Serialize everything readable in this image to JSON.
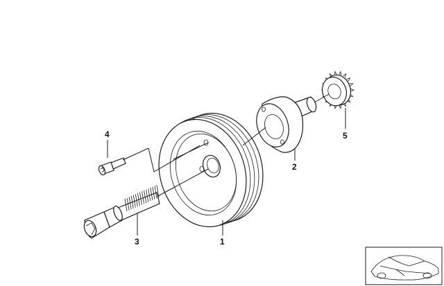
{
  "diagram": {
    "callouts": [
      {
        "id": "pulley",
        "label": "1"
      },
      {
        "id": "hub",
        "label": "2"
      },
      {
        "id": "central-bolt",
        "label": "3"
      },
      {
        "id": "hex-bolt",
        "label": "4"
      },
      {
        "id": "sprocket",
        "label": "5"
      }
    ],
    "thumbnail": {
      "icon": "car-silhouette-icon"
    }
  },
  "colors": {
    "line": "#1a1a1a",
    "background": "#ffffff"
  }
}
